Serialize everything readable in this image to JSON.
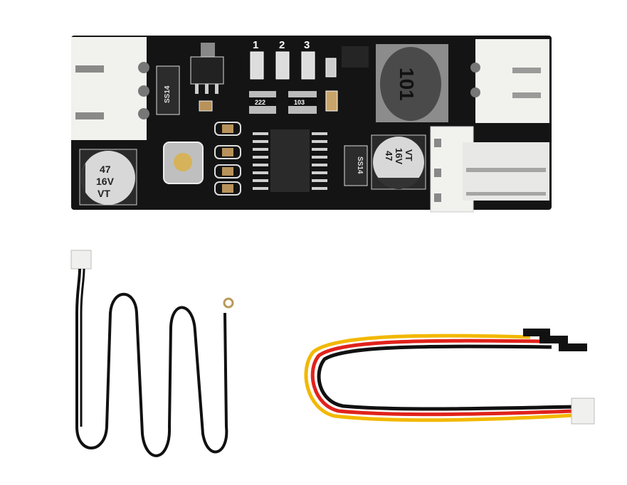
{
  "board": {
    "led_labels": [
      "1",
      "2",
      "3"
    ],
    "diode_left_marking": "SS14",
    "diode_right_marking": "SS14",
    "resistor_array_1": "222",
    "resistor_array_2": "103",
    "inductor_marking": "101",
    "cap_left": {
      "line1": "47",
      "line2": "16V",
      "line3": "VT"
    },
    "cap_right": {
      "line1": "47",
      "line2": "16V",
      "line3": "VT"
    }
  },
  "colors": {
    "pcb": "#141414",
    "connector": "#f1f1ee",
    "wire_yellow": "#f2b800",
    "wire_red": "#e0231c",
    "wire_black": "#111111"
  }
}
